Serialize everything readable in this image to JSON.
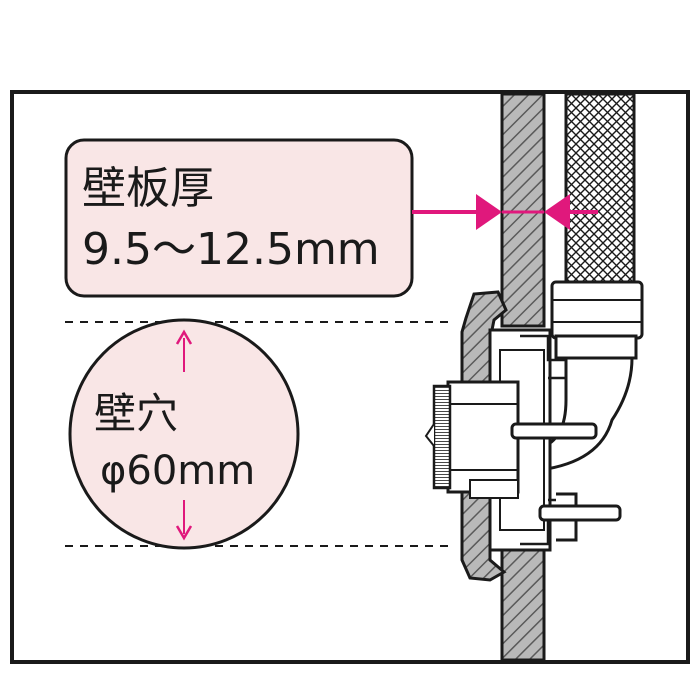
{
  "wall_thickness": {
    "title": "壁板厚",
    "range": "9.5～12.5mm"
  },
  "wall_hole": {
    "title": "壁穴",
    "diameter": "φ60mm"
  },
  "colors": {
    "accent": "#e0187c",
    "label_fill": "#f9e6e6",
    "outline": "#1a1a1a",
    "wall_hatch": "#8a8a8a"
  }
}
